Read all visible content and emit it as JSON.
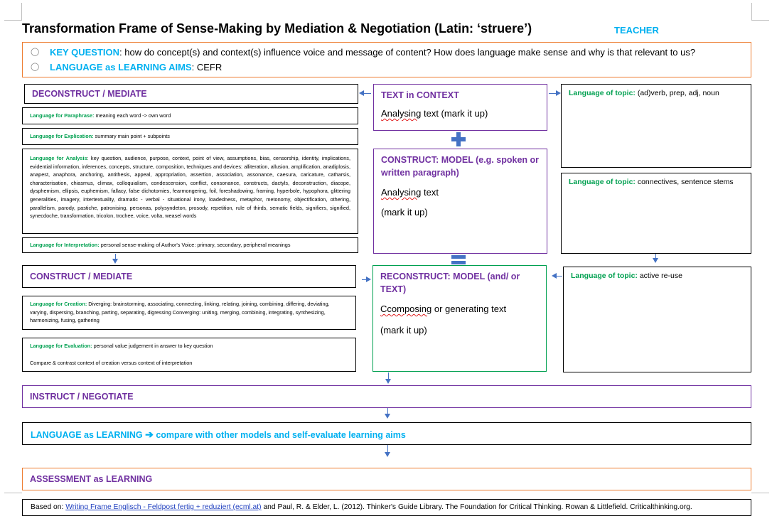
{
  "title": "Transformation Frame of Sense-Making by Mediation & Negotiation (Latin: ‘struere’)",
  "teacher": "TEACHER",
  "key_question": {
    "bullet1_label": "KEY QUESTION",
    "bullet1_text": ": how do concept(s) and context(s) influence voice and message of content? How does language make sense and why is that relevant to us?",
    "bullet2_label": "LANGUAGE as LEARNING AIMS",
    "bullet2_text": ": CEFR"
  },
  "left": {
    "deconstruct": "DECONSTRUCT / MEDIATE",
    "paraphrase_label": "Language for Paraphrase:",
    "paraphrase_text": " meaning each word -> own word",
    "explication_label": "Language for Explication:",
    "explication_text": " summary main point + subpoints",
    "analysis_label": "Language for Analysis",
    "analysis_text": ": key question, audience, purpose, context, point of view, assumptions, bias, censorship, identity, implications, evidential information, inferences, concepts, structure, composition, techniques and devices: alliteration, allusion, amplification, anadiplosis, anapest, anaphora, anchoring, antithesis, appeal, appropriation, assertion, association, assonance, caesura, caricature, catharsis, characterisation, chiasmus, climax, colloquialism, condescension, conflict, consonance, constructs, dactyls, deconstruction, diacope, dysphemism, ellipsis, euphemism, fallacy, false dichotomies, fearmongering, foil, foreshadowing, framing, hyperbole, hypophora, glittering generalities, imagery, intertextuality, dramatic - verbal - situational irony, loadedness, metaphor, metonomy, objectification, othering, parallelism, parody, pastiche, patronising, personas, polysyndeton, prosody, repetition, rule of thirds, sematic fields, signifiers, signified, synecdoche, transformation, tricolon, trochee, voice, volta, weasel words",
    "interpretation_label": "Language for Interpretation:",
    "interpretation_text": " personal sense-making of Author's Voice: primary, secondary, peripheral meanings",
    "construct": "CONSTRUCT / MEDIATE",
    "creation_label": "Language for Creation:",
    "creation_text": " Diverging: brainstorming, associating, connecting, linking, relating, joining, combining, differing, deviating, varying, dispersing, branching, parting, separating, digressing Converging: uniting, merging, combining, integrating, synthesizing, harmonizing, fusing, gathering",
    "evaluation_label": "Language for Evaluation:",
    "evaluation_text": " personal value judgement in answer to key question",
    "evaluation_text2": "Compare & contrast context of creation versus context of interpretation"
  },
  "middle": {
    "text_in_context": "TEXT in CONTEXT",
    "analysing_text_mark": "Analysing text (mark it up)",
    "plus": "+",
    "construct_model": "CONSTRUCT: MODEL (e.g. spoken or written paragraph)",
    "analysing_text": "Analysing text",
    "mark_it_up": "(mark it up)",
    "equals": "=",
    "reconstruct_model": "RECONSTRUCT: MODEL (and/ or TEXT)",
    "composing": "Ccomposing or generating text",
    "mark_it_up2": "(mark it up)"
  },
  "right": {
    "topic_label": "Language of topic:",
    "topic1_text": " (ad)verb, prep, adj, noun",
    "topic2_text": " connectives, sentence stems",
    "topic3_text": " active re-use"
  },
  "bottom": {
    "instruct": "INSTRUCT / NEGOTIATE",
    "language_learning": "LANGUAGE as LEARNING",
    "language_learning_rest": " compare with other models and self-evaluate learning aims",
    "assessment": "ASSESSMENT as LEARNING",
    "based_on_label": "Based on: ",
    "based_on_link": "Writing Frame Englisch - Feldpost fertig + reduziert (ecml.at)",
    "based_on_rest": " and Paul, R. & Elder, L. (2012). Thinker's Guide Library. The Foundation for Critical Thinking. Rowan & Littlefield. Criticalthinking.org."
  },
  "colors": {
    "purple": "#7030a0",
    "cyan": "#00b0f0",
    "green": "#00a050",
    "orange": "#ed7d31",
    "arrow": "#4472c4"
  }
}
